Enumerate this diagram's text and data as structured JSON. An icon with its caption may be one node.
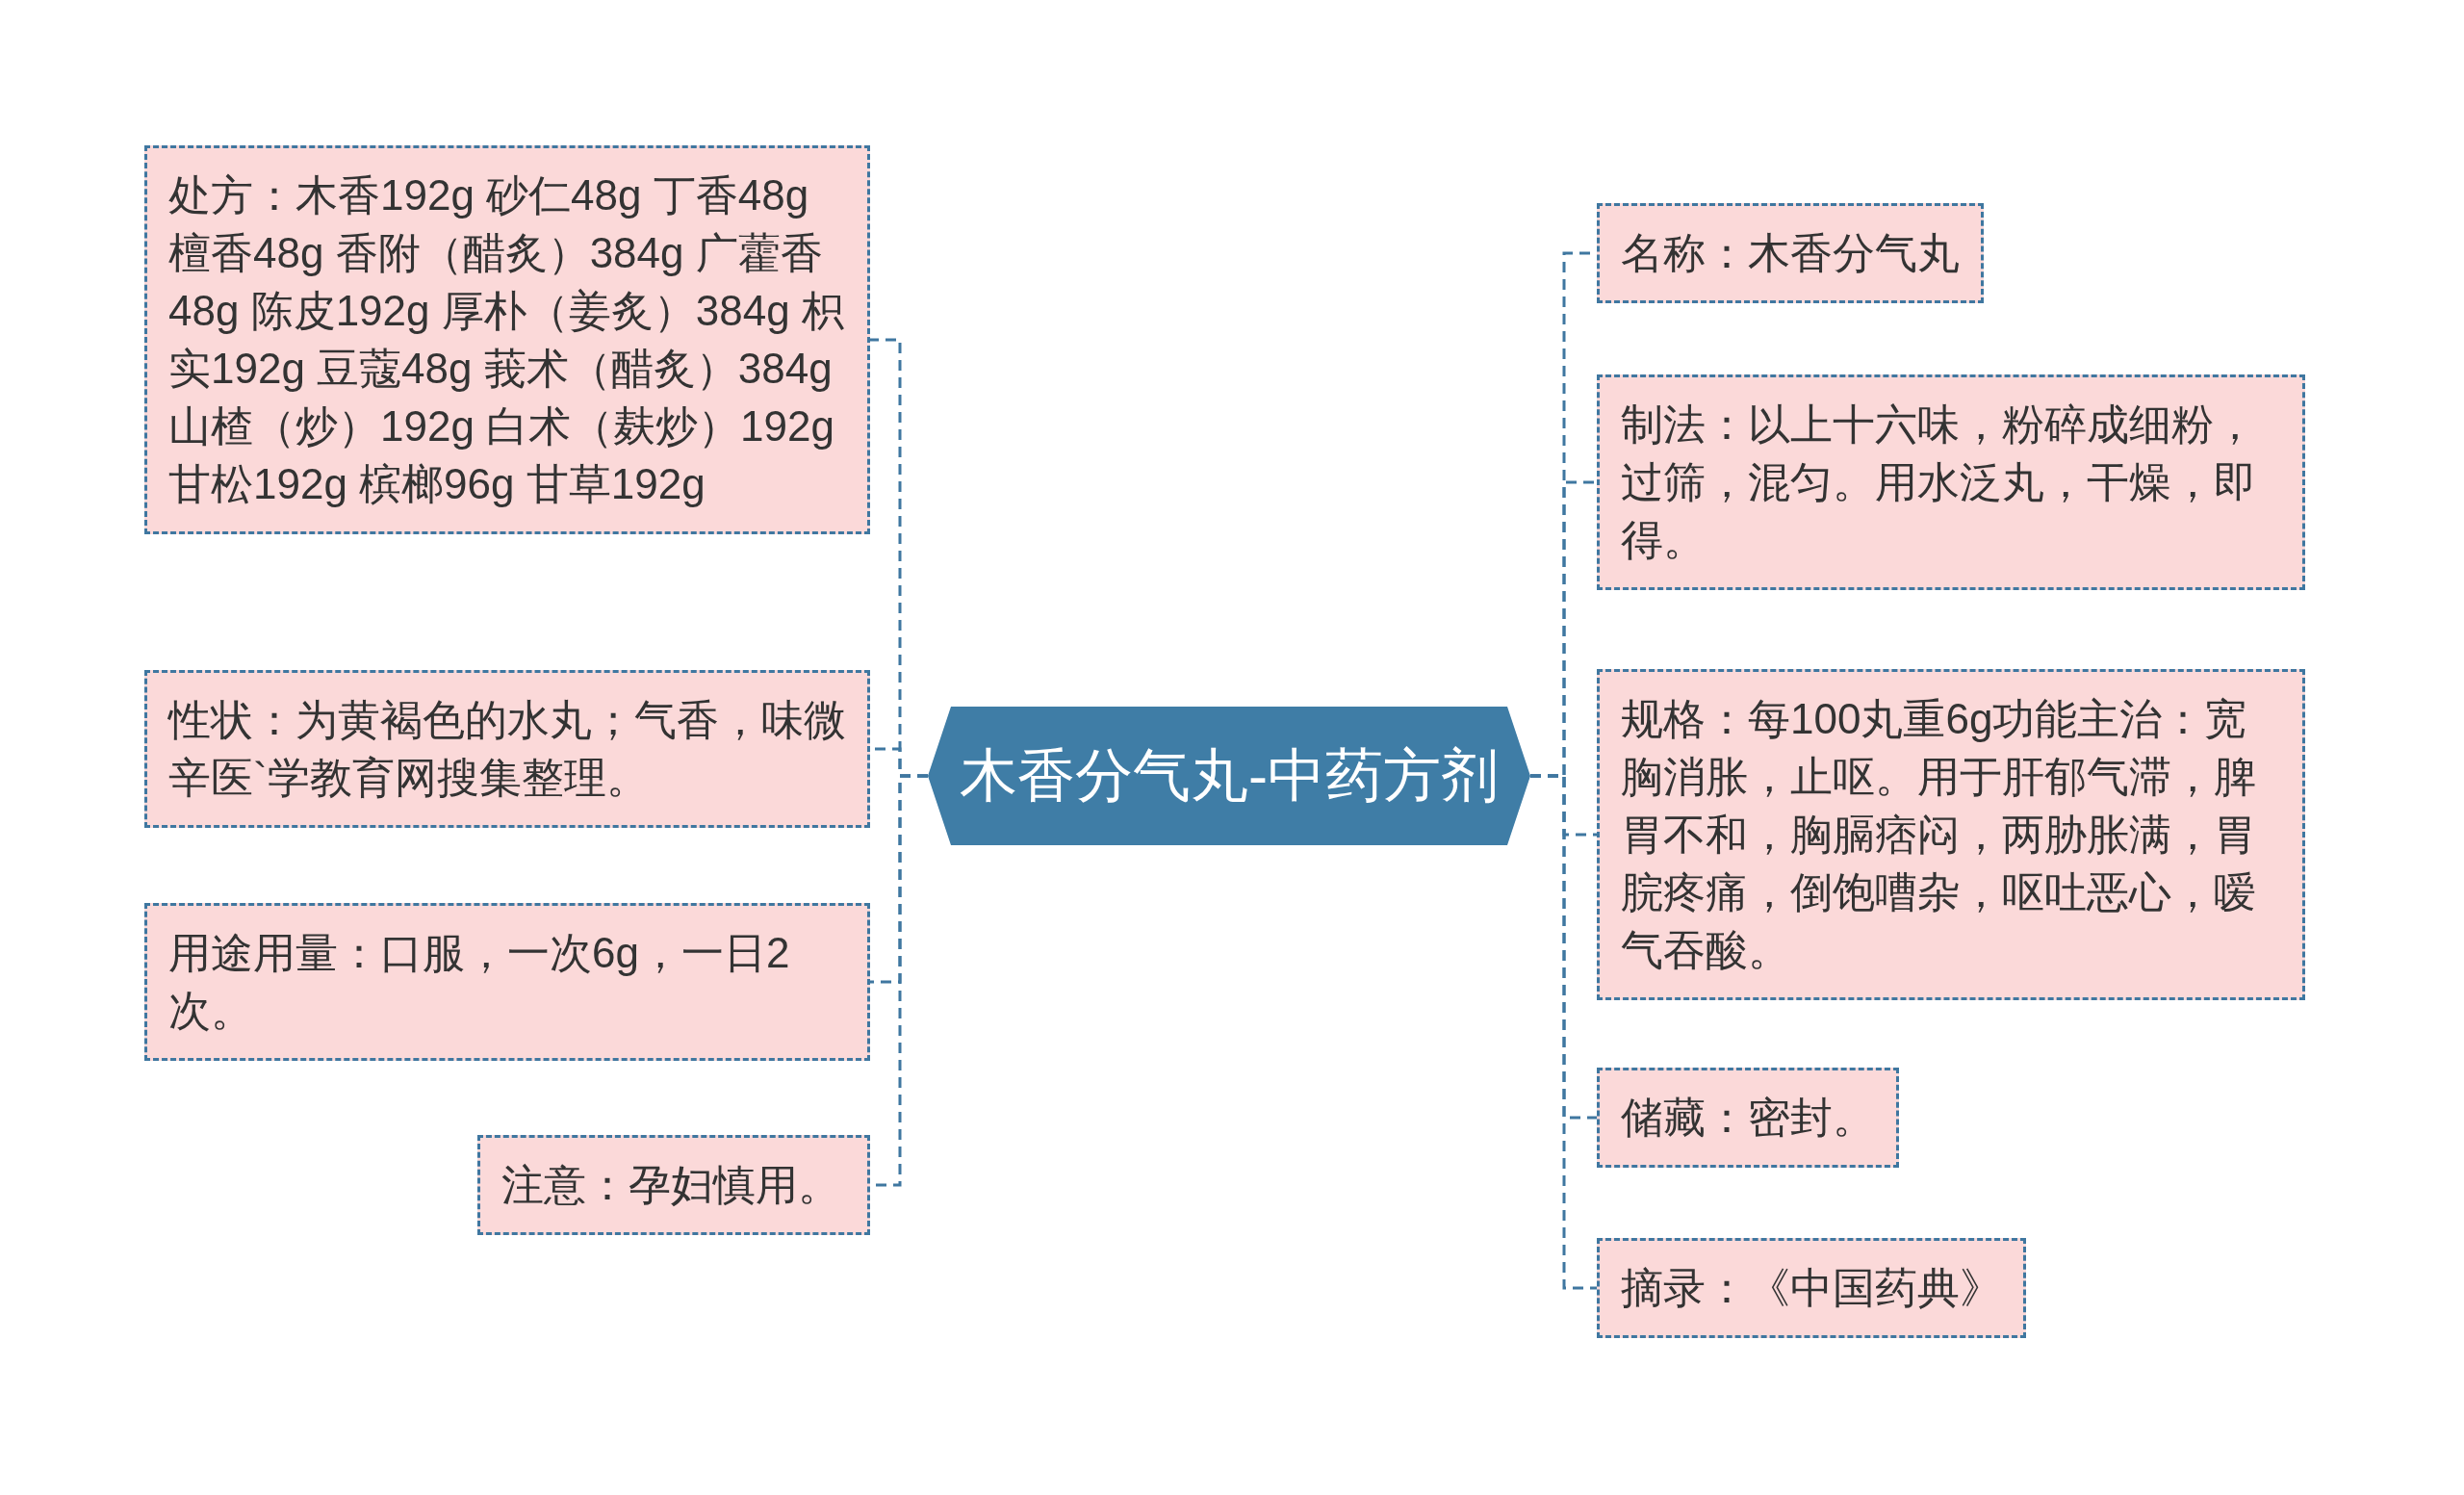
{
  "diagram": {
    "nodes": [
      {
        "text": [
          "木香分气丸-中药方剂"
        ]
      },
      {
        "text": [
          "处方：木香192g 砂仁48g 丁香48g 檀香48g 香附（醋炙）384g 广藿香48g 陈皮192g 厚朴（姜炙）384g 枳实192g 豆蔻48g 莪术（醋炙）384g 山楂（炒）192g 白术（麸炒）192g 甘松192g 槟榔96g 甘草192g"
        ]
      },
      {
        "text": [
          "性状：为黄褐色的水丸；气香，味微辛医`学教育网搜集整理。"
        ]
      },
      {
        "text": [
          "用途用量：口服，一次6g，一日2次。"
        ]
      },
      {
        "text": [
          "注意：孕妇慎用。"
        ]
      },
      {
        "text": [
          "名称：木香分气丸"
        ]
      },
      {
        "text": [
          "制法：以上十六味，粉碎成细粉，过筛，混匀。用水泛丸，干燥，即得。"
        ]
      },
      {
        "text": [
          "规格：每100丸重6g功能主治：宽胸消胀，止呕。用于肝郁气滞，脾胃不和，胸膈痞闷，两胁胀满，胃脘疼痛，倒饱嘈杂，呕吐恶心，嗳气吞酸。"
        ]
      },
      {
        "text": [
          "储藏：密封。"
        ]
      },
      {
        "text": [
          "摘录：《中国药典》"
        ]
      }
    ],
    "edges": [
      {
        "from": 0,
        "to": 1,
        "arrow": "none",
        "style": "dashed"
      },
      {
        "from": 0,
        "to": 2,
        "arrow": "none",
        "style": "dashed"
      },
      {
        "from": 0,
        "to": 3,
        "arrow": "none",
        "style": "dashed"
      },
      {
        "from": 0,
        "to": 4,
        "arrow": "none",
        "style": "dashed"
      },
      {
        "from": 0,
        "to": 5,
        "arrow": "none",
        "style": "dashed"
      },
      {
        "from": 0,
        "to": 6,
        "arrow": "none",
        "style": "dashed"
      },
      {
        "from": 0,
        "to": 7,
        "arrow": "none",
        "style": "dashed"
      },
      {
        "from": 0,
        "to": 8,
        "arrow": "none",
        "style": "dashed"
      },
      {
        "from": 0,
        "to": 9,
        "arrow": "none",
        "style": "dashed"
      }
    ]
  }
}
